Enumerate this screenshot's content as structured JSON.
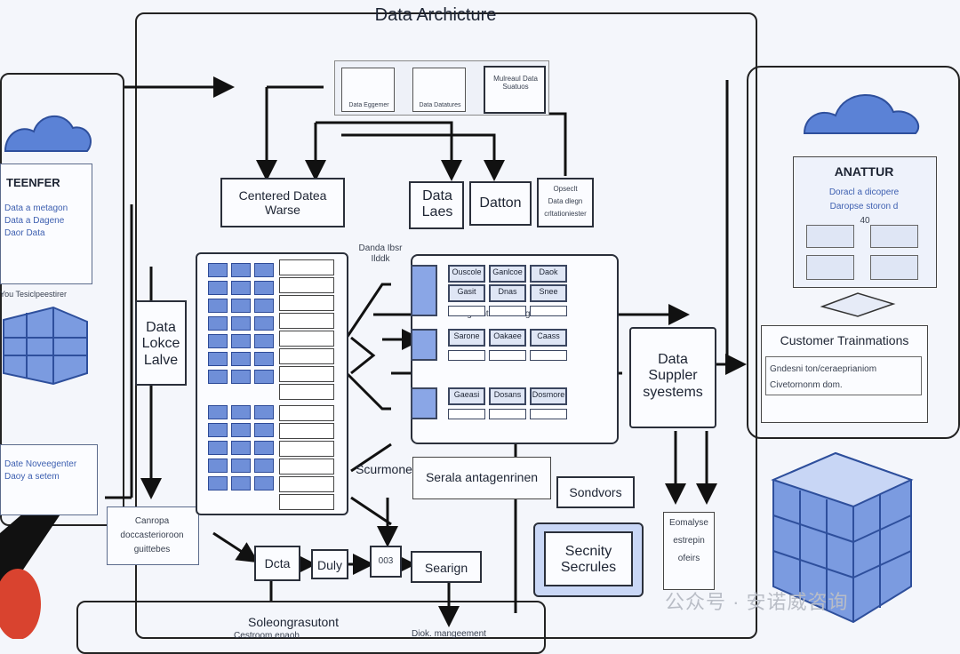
{
  "title": "Data Archicture",
  "top_panel": {
    "items": [
      "Data Eggemer",
      "Data Datatures",
      "Mulreaul Data Suatuos"
    ]
  },
  "left_panel": {
    "title": "TEENFER",
    "lines": [
      "Data a metagon",
      "Data a Dagene",
      "Daor Data"
    ],
    "feeder": "You Tesiclpeestirer",
    "note_lines": [
      "Date Noveegenter",
      "Daoy a setem"
    ],
    "box": [
      "Canropa",
      "doccasterioroon",
      "guittebes"
    ]
  },
  "boxes": {
    "warehouse": "Centered Datea Warse",
    "data_lake": "Data Laes",
    "datton": "Datton",
    "ops": [
      "Opseclt",
      "Data dlegn",
      "crltationiester"
    ],
    "lake_lave": "Data Lokce Lalve",
    "supplier": "Data Suppler syestems",
    "security": "Secnity Secrules",
    "saraj": "Serala antagenrinen",
    "sondors": "Sondvors",
    "scurmone": "Scurmone",
    "data_link": [
      "Danda Ibsr",
      "Ilddk"
    ],
    "gepath": "Sgecnt crnthina geoath",
    "spec_box": [
      "Eomalyse",
      "estrepin",
      "ofeirs"
    ],
    "soleons": "Soleongrasutont",
    "bottom_lines": [
      "Cestroom enaoh",
      "Diok. mangeement"
    ],
    "dcta": "Dcta",
    "duly": "Duly",
    "num": "003",
    "searign": "Searign"
  },
  "right_panel": {
    "title": "ANATTUR",
    "lines": [
      "Doracl a dicopere",
      "Daropse storon d"
    ],
    "num": "40",
    "section": "Customer Trainmations",
    "bullets": [
      "Gndesni ton/ceraeprianiom",
      "Civetornonm dom."
    ]
  },
  "tiles_top": [
    "Ouscole",
    "Ganlcoe",
    "Daok",
    "Gasit",
    "Dnas",
    "Snee"
  ],
  "tiles_mid": [
    "Sarone",
    "Oakaee",
    "Caass"
  ],
  "tiles_bot": [
    "Gaeasi",
    "Dosans",
    "Dosmore"
  ],
  "watermark": "公众号 · 安诺威咨询"
}
